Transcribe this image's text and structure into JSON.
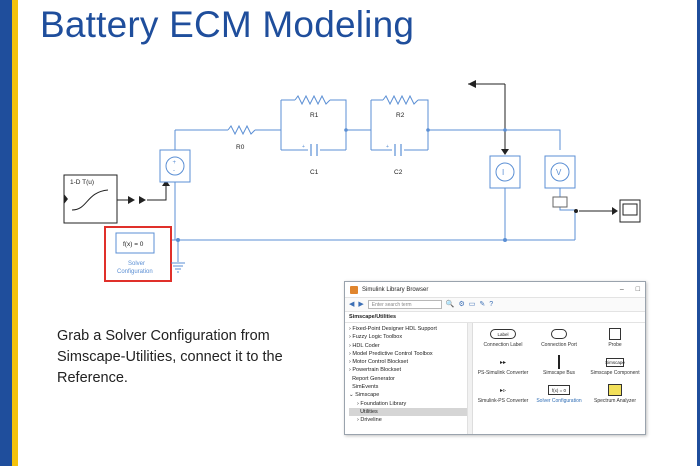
{
  "slide": {
    "title": "Battery ECM Modeling",
    "caption": "Grab a Solver Configuration from Simscape-Utilities, connect it to the Reference."
  },
  "diagram": {
    "r1": "R1",
    "r2": "R2",
    "r0": "R0",
    "c1": "C1",
    "c2": "C2",
    "lookup_block": "1-D T(u)",
    "solver_block": "f(x) = 0",
    "solver_label_line1": "Solver",
    "solver_label_line2": "Configuration",
    "current_sensor": "I",
    "voltage_sensor": "V"
  },
  "library_browser": {
    "title": "Simulink Library Browser",
    "search_placeholder": "Enter search term",
    "path": "Simscape/Utilities",
    "window_controls": {
      "minimize": "–",
      "maximize": "□"
    },
    "tree": [
      "Fixed-Point Designer HDL Support",
      "Fuzzy Logic Toolbox",
      "HDL Coder",
      "Model Predictive Control Toolbox",
      "Motor Control Blockset",
      "Powertrain Blockset",
      "Report Generator",
      "SimEvents",
      "Simscape",
      "Foundation Library",
      "Utilities",
      "Driveline"
    ],
    "blocks": [
      "Connection Label",
      "Connection Port",
      "Probe",
      "PS-Simulink Converter",
      "Simscape Bus",
      "Simscape Component",
      "Simulink-PS Converter",
      "Solver Configuration",
      "Spectrum Analyzer"
    ],
    "block_icon_text": {
      "label": "Label",
      "solver": "f(x) = 0",
      "simscape": "Simscape"
    }
  },
  "colors": {
    "title_blue": "#1f4e9c",
    "accent_yellow": "#f4c20d",
    "wire_blue": "#5b8fd4",
    "highlight_red": "#e0302a"
  }
}
